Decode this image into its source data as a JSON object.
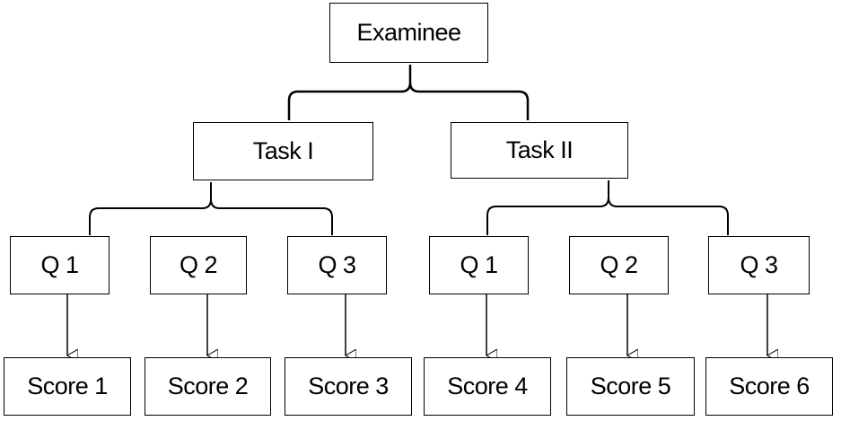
{
  "root": {
    "label": "Examinee"
  },
  "tasks": [
    {
      "label": "Task I",
      "questions": [
        {
          "label": "Q 1",
          "score": "Score 1"
        },
        {
          "label": "Q 2",
          "score": "Score 2"
        },
        {
          "label": "Q 3",
          "score": "Score 3"
        }
      ]
    },
    {
      "label": "Task II",
      "questions": [
        {
          "label": "Q 1",
          "score": "Score 4"
        },
        {
          "label": "Q 2",
          "score": "Score 5"
        },
        {
          "label": "Q 3",
          "score": "Score 6"
        }
      ]
    }
  ]
}
